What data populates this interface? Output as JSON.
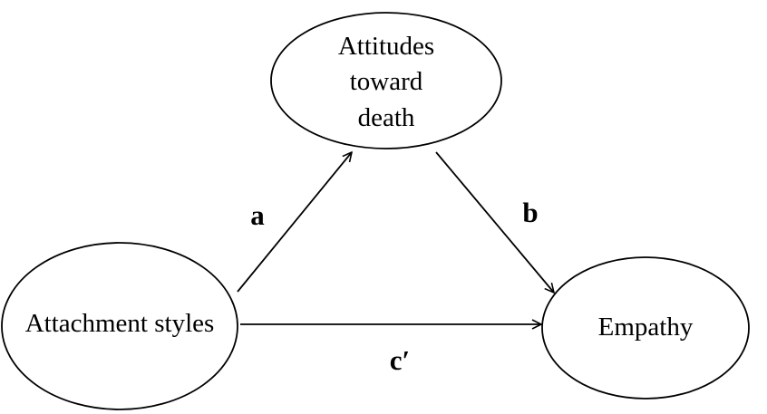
{
  "diagram": {
    "nodes": {
      "mediator": {
        "line1": "Attitudes",
        "line2": "toward",
        "line3": "death"
      },
      "predictor": {
        "label": "Attachment styles"
      },
      "outcome": {
        "label": "Empathy"
      }
    },
    "edges": {
      "a": {
        "label": "a"
      },
      "b": {
        "label": "b"
      },
      "c_prime": {
        "label": "c′"
      }
    }
  }
}
